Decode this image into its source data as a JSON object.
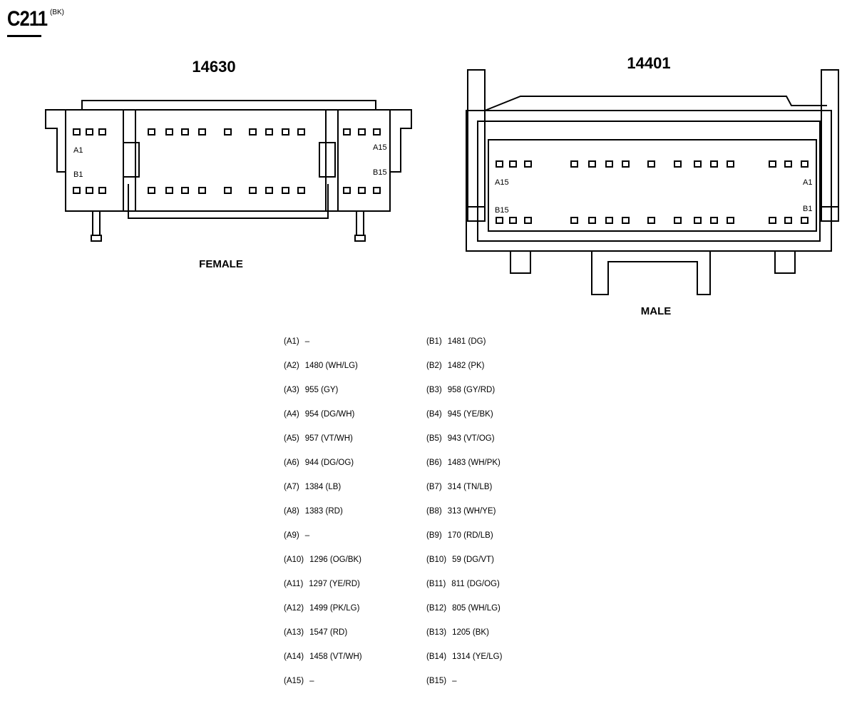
{
  "connector": {
    "id": "C211",
    "color_code": "(BK)"
  },
  "left_view": {
    "part_number": "14630",
    "gender": "FEMALE",
    "label_a_start": "A1",
    "label_a_end": "A15",
    "label_b_start": "B1",
    "label_b_end": "B15"
  },
  "right_view": {
    "part_number": "14401",
    "gender": "MALE",
    "label_a_left": "A15",
    "label_a_right": "A1",
    "label_b_left": "B15",
    "label_b_right": "B1"
  },
  "pinout": {
    "row_a": [
      {
        "id": "(A1)",
        "value": "–"
      },
      {
        "id": "(A2)",
        "value": "1480 (WH/LG)"
      },
      {
        "id": "(A3)",
        "value": "955 (GY)"
      },
      {
        "id": "(A4)",
        "value": "954 (DG/WH)"
      },
      {
        "id": "(A5)",
        "value": "957 (VT/WH)"
      },
      {
        "id": "(A6)",
        "value": "944 (DG/OG)"
      },
      {
        "id": "(A7)",
        "value": "1384 (LB)"
      },
      {
        "id": "(A8)",
        "value": "1383 (RD)"
      },
      {
        "id": "(A9)",
        "value": "–"
      },
      {
        "id": "(A10)",
        "value": "1296 (OG/BK)"
      },
      {
        "id": "(A11)",
        "value": "1297 (YE/RD)"
      },
      {
        "id": "(A12)",
        "value": "1499 (PK/LG)"
      },
      {
        "id": "(A13)",
        "value": "1547 (RD)"
      },
      {
        "id": "(A14)",
        "value": "1458 (VT/WH)"
      },
      {
        "id": "(A15)",
        "value": "–"
      }
    ],
    "row_b": [
      {
        "id": "(B1)",
        "value": "1481 (DG)"
      },
      {
        "id": "(B2)",
        "value": "1482 (PK)"
      },
      {
        "id": "(B3)",
        "value": "958 (GY/RD)"
      },
      {
        "id": "(B4)",
        "value": "945 (YE/BK)"
      },
      {
        "id": "(B5)",
        "value": "943 (VT/OG)"
      },
      {
        "id": "(B6)",
        "value": "1483 (WH/PK)"
      },
      {
        "id": "(B7)",
        "value": "314 (TN/LB)"
      },
      {
        "id": "(B8)",
        "value": "313 (WH/YE)"
      },
      {
        "id": "(B9)",
        "value": "170 (RD/LB)"
      },
      {
        "id": "(B10)",
        "value": "59 (DG/VT)"
      },
      {
        "id": "(B11)",
        "value": "811 (DG/OG)"
      },
      {
        "id": "(B12)",
        "value": "805 (WH/LG)"
      },
      {
        "id": "(B13)",
        "value": "1205 (BK)"
      },
      {
        "id": "(B14)",
        "value": "1314 (YE/LG)"
      },
      {
        "id": "(B15)",
        "value": "–"
      }
    ]
  }
}
